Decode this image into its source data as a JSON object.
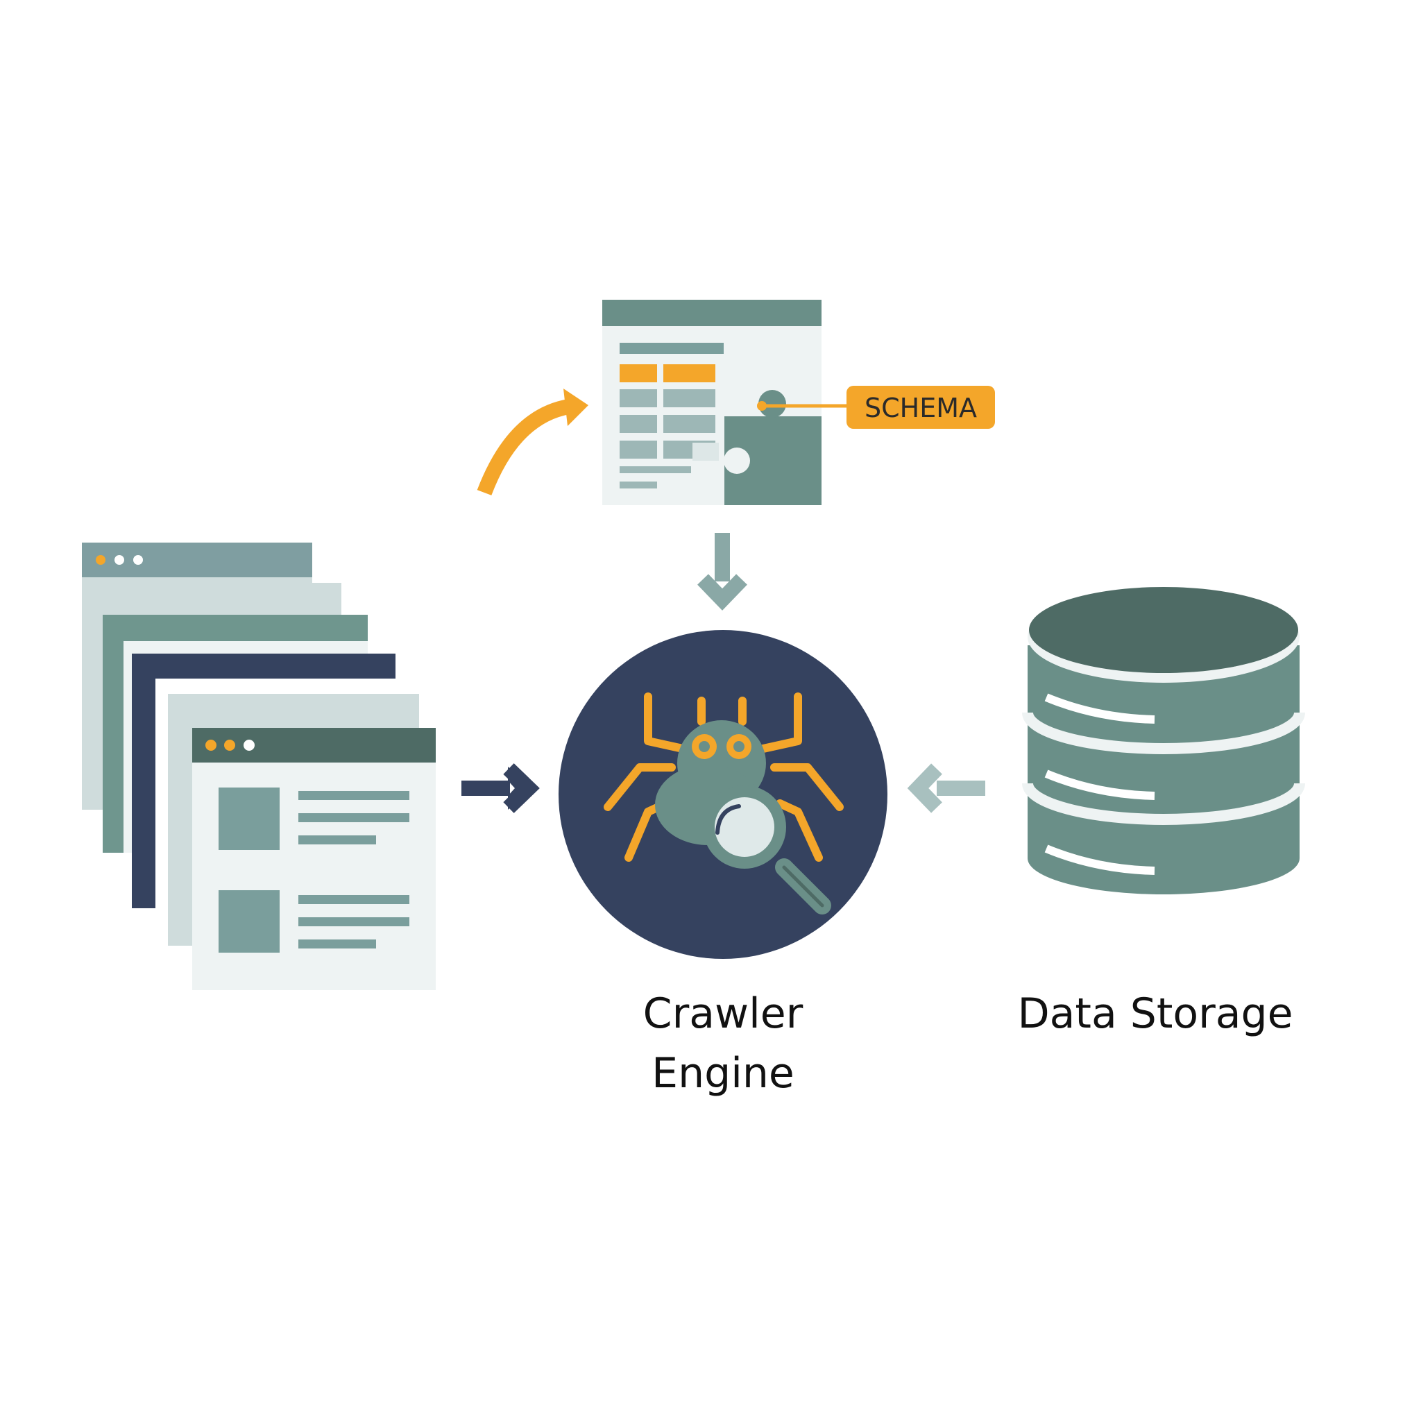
{
  "colors": {
    "sage": "#6a8f88",
    "sage_dark": "#4e6b65",
    "navy": "#35425f",
    "orange": "#f4a62a",
    "light_panel": "#eef3f3",
    "light_gray": "#cfdcdc",
    "arrow_light": "#a8c0bf"
  },
  "schema": {
    "badge_label": "SCHEMA",
    "icon": "schema-table-icon"
  },
  "crawler": {
    "label_line1": "Crawler",
    "label_line2": "Engine",
    "icon": "spider-magnifier-icon"
  },
  "storage": {
    "label": "Data Storage",
    "icon": "database-icon"
  },
  "web_pages": {
    "icon": "stacked-web-pages-icon"
  }
}
